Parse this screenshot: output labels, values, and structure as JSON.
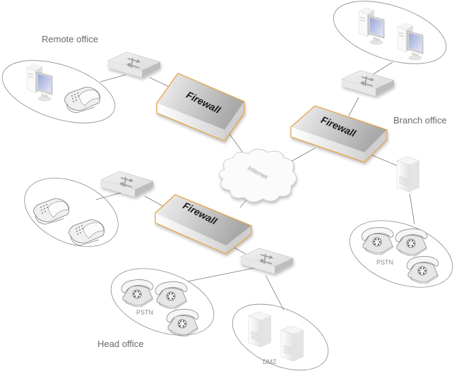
{
  "diagram": {
    "title": "Network topology with firewalls",
    "colors": {
      "firewall_border": "#e8a040",
      "line": "#7a7a7a",
      "group_outline": "#8a8a8a",
      "device_fill": "#eeeeee",
      "monitor_screen": "#b8c4e8"
    },
    "sites": [
      {
        "id": "remote",
        "label": "Remote office"
      },
      {
        "id": "branch",
        "label": "Branch office"
      },
      {
        "id": "head",
        "label": "Head office"
      }
    ],
    "internet": {
      "label": "Internet"
    },
    "firewalls": [
      {
        "id": "fw-remote",
        "label": "Firewall"
      },
      {
        "id": "fw-branch",
        "label": "Firewall"
      },
      {
        "id": "fw-head",
        "label": "Firewall"
      }
    ],
    "groups": {
      "head_pstn": {
        "label": "PSTN"
      },
      "branch_pstn": {
        "label": "PSTN"
      },
      "dmz": {
        "label": "DMZ"
      }
    },
    "nodes": [
      {
        "id": "remote-pc",
        "type": "workstation",
        "site": "remote"
      },
      {
        "id": "remote-phone",
        "type": "desk-phone",
        "site": "remote"
      },
      {
        "id": "remote-switch",
        "type": "switch",
        "site": "remote"
      },
      {
        "id": "branch-pc-1",
        "type": "workstation",
        "site": "branch"
      },
      {
        "id": "branch-pc-2",
        "type": "workstation",
        "site": "branch"
      },
      {
        "id": "branch-switch",
        "type": "switch",
        "site": "branch"
      },
      {
        "id": "branch-server",
        "type": "server",
        "site": "branch"
      },
      {
        "id": "branch-pstn-phone-1",
        "type": "rotary-phone",
        "site": "branch"
      },
      {
        "id": "branch-pstn-phone-2",
        "type": "rotary-phone",
        "site": "branch"
      },
      {
        "id": "branch-pstn-phone-3",
        "type": "rotary-phone",
        "site": "branch"
      },
      {
        "id": "head-phone-1",
        "type": "desk-phone",
        "site": "head"
      },
      {
        "id": "head-phone-2",
        "type": "desk-phone",
        "site": "head"
      },
      {
        "id": "head-switch-1",
        "type": "switch",
        "site": "head"
      },
      {
        "id": "head-switch-2",
        "type": "switch",
        "site": "head"
      },
      {
        "id": "head-pstn-phone-1",
        "type": "rotary-phone",
        "site": "head"
      },
      {
        "id": "head-pstn-phone-2",
        "type": "rotary-phone",
        "site": "head"
      },
      {
        "id": "head-pstn-phone-3",
        "type": "rotary-phone",
        "site": "head"
      },
      {
        "id": "dmz-server-1",
        "type": "server",
        "site": "head"
      },
      {
        "id": "dmz-server-2",
        "type": "server",
        "site": "head"
      }
    ],
    "links": [
      [
        "remote-group",
        "remote-switch"
      ],
      [
        "remote-switch",
        "fw-remote"
      ],
      [
        "fw-remote",
        "internet"
      ],
      [
        "branch-group",
        "branch-switch"
      ],
      [
        "branch-switch",
        "fw-branch"
      ],
      [
        "fw-branch",
        "internet"
      ],
      [
        "fw-branch",
        "branch-server"
      ],
      [
        "branch-server",
        "branch-pstn"
      ],
      [
        "head-phones-group",
        "head-switch-1"
      ],
      [
        "head-switch-1",
        "fw-head"
      ],
      [
        "fw-head",
        "internet"
      ],
      [
        "fw-head",
        "head-switch-2"
      ],
      [
        "head-switch-2",
        "head-pstn"
      ],
      [
        "head-switch-2",
        "dmz"
      ]
    ]
  }
}
